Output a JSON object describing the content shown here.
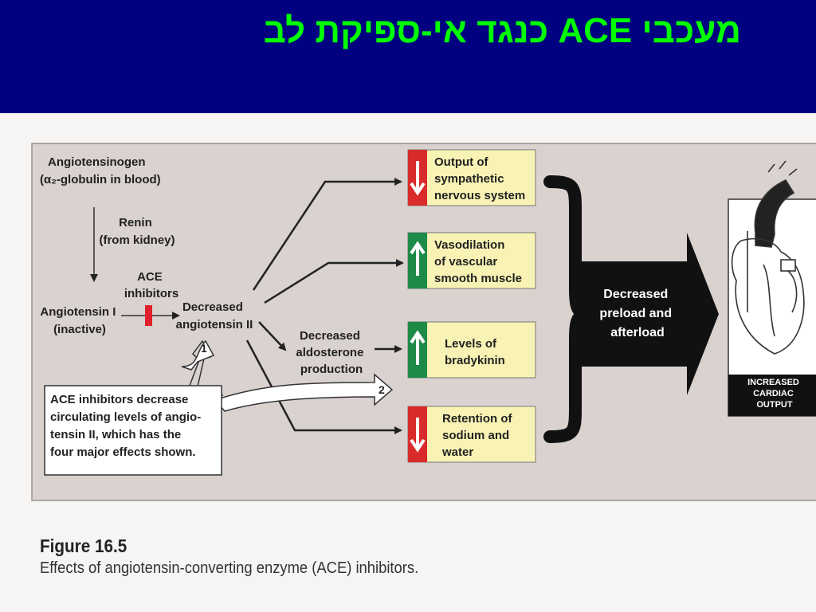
{
  "slide_title": "מעכבי ACE כנגד אי-ספיקת לב",
  "colors": {
    "header_bg": "#000080",
    "title": "#00ff00",
    "panel": "#d9d2cf",
    "effect_box": "#f8f3b4",
    "down_icon": "#d92b2b",
    "up_icon": "#1e8a48"
  },
  "diagram": {
    "angiotensinogen": [
      "Angiotensinogen",
      "(α₂-globulin in blood)"
    ],
    "renin": [
      "Renin",
      "(from kidney)"
    ],
    "ace_inhibitors": [
      "ACE",
      "inhibitors"
    ],
    "angiotensin_i": [
      "Angiotensin I",
      "(inactive)"
    ],
    "decreased_angiotensin_ii": [
      "Decreased",
      "angiotensin II"
    ],
    "decreased_aldosterone": [
      "Decreased",
      "aldosterone",
      "production"
    ],
    "callout": [
      "ACE inhibitors decrease",
      "circulating levels of angio-",
      "tensin II, which has the",
      "four major effects  shown."
    ],
    "callout_num_1": "1",
    "callout_num_2": "2",
    "effects": [
      {
        "direction": "down",
        "icon": "down-arrow-icon",
        "lines": [
          "Output of",
          "sympathetic",
          "nervous system"
        ]
      },
      {
        "direction": "up",
        "icon": "up-arrow-icon",
        "lines": [
          "Vasodilation",
          "of vascular",
          "smooth muscle"
        ]
      },
      {
        "direction": "up",
        "icon": "up-arrow-icon",
        "lines": [
          "Levels of",
          "bradykinin"
        ]
      },
      {
        "direction": "down",
        "icon": "down-arrow-icon",
        "lines": [
          "Retention of",
          "sodium and",
          "water"
        ]
      }
    ],
    "result_arrow": [
      "Decreased",
      "preload and",
      "afterload"
    ],
    "heart_label": [
      "INCREASED",
      "CARDIAC",
      "OUTPUT"
    ]
  },
  "figure": {
    "label": "Figure 16.5",
    "caption": "Effects of angiotensin-converting enzyme (ACE) inhibitors."
  }
}
